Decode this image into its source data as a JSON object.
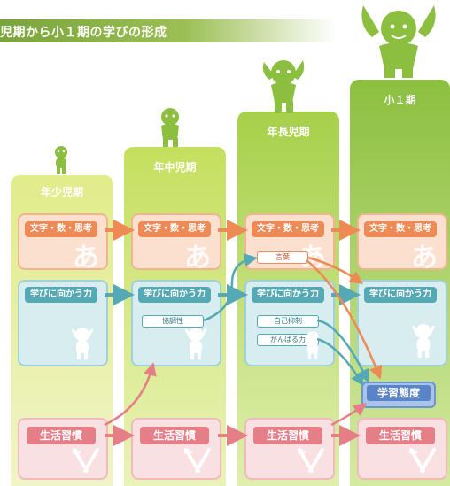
{
  "header": {
    "title": "児期から小１期の学びの形成"
  },
  "columns": [
    {
      "title": "年少児期"
    },
    {
      "title": "年中児期"
    },
    {
      "title": "年長児期"
    },
    {
      "title": "小１期"
    }
  ],
  "rows": {
    "literacy": "文字・数・思考",
    "motivation": "学びに向かう力",
    "habits": "生活習慣"
  },
  "sub_labels": {
    "cooperation": "協調性",
    "words": "言葉",
    "self_control": "自己抑制",
    "perseverance": "がんばる力"
  },
  "glyph": "あ",
  "attitude": "学習態度",
  "colors": {
    "orange": "#ee8a55",
    "blue": "#55a9b5",
    "pink": "#e57e87",
    "green": "#8cbf3f",
    "attitude_blue": "#5a84c8"
  },
  "icons": [
    "character-icon",
    "fork-knife-icon"
  ]
}
